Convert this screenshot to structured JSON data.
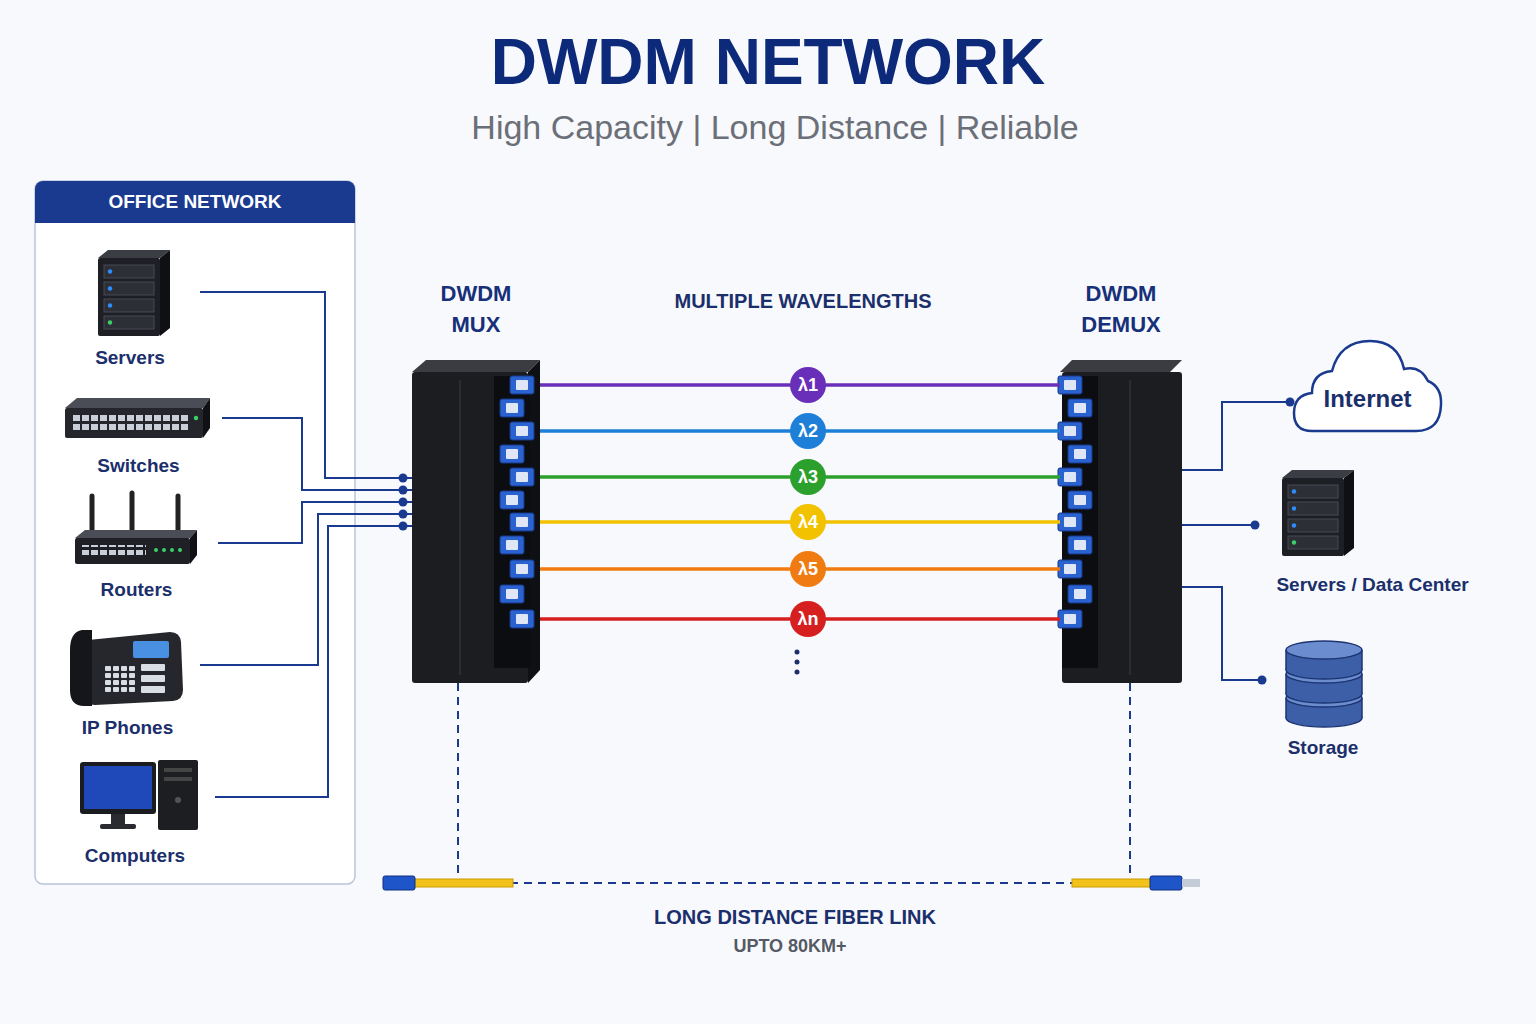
{
  "diagram": {
    "title": "DWDM NETWORK",
    "nodes": [
      {
        "text": [
          "OFFICE NETWORK"
        ]
      },
      {
        "text": [
          "Servers"
        ],
        "in": 0
      },
      {
        "text": [
          "Switches"
        ],
        "in": 0
      },
      {
        "text": [
          "Routers"
        ],
        "in": 0
      },
      {
        "text": [
          "IP Phones"
        ],
        "in": 0
      },
      {
        "text": [
          "Computers"
        ],
        "in": 0
      },
      {
        "text": [
          "DWDM MUX"
        ]
      },
      {
        "text": [
          "DWDM DEMUX"
        ]
      },
      {
        "text": [
          "Internet"
        ]
      },
      {
        "text": [
          "Servers / Data Center"
        ]
      },
      {
        "text": [
          "Storage"
        ]
      }
    ],
    "edges": [
      {
        "from": 1,
        "to": 6,
        "arrow": "none"
      },
      {
        "from": 2,
        "to": 6,
        "arrow": "none"
      },
      {
        "from": 3,
        "to": 6,
        "arrow": "none"
      },
      {
        "from": 4,
        "to": 6,
        "arrow": "none"
      },
      {
        "from": 5,
        "to": 6,
        "arrow": "none"
      },
      {
        "from": 6,
        "to": 7,
        "label": "λ1",
        "arrow": "none"
      },
      {
        "from": 6,
        "to": 7,
        "label": "λ2",
        "arrow": "none"
      },
      {
        "from": 6,
        "to": 7,
        "label": "λ3",
        "arrow": "none"
      },
      {
        "from": 6,
        "to": 7,
        "label": "λ4",
        "arrow": "none"
      },
      {
        "from": 6,
        "to": 7,
        "label": "λ5",
        "arrow": "none"
      },
      {
        "from": 6,
        "to": 7,
        "label": "λn",
        "arrow": "none"
      },
      {
        "from": 7,
        "to": 8,
        "arrow": "none"
      },
      {
        "from": 7,
        "to": 9,
        "arrow": "none"
      },
      {
        "from": 7,
        "to": 10,
        "arrow": "none"
      },
      {
        "from": 6,
        "to": 7,
        "arrow": "none"
      }
    ],
    "labels": [
      "High Capacity | Long Distance | Reliable",
      "MULTIPLE WAVELENGTHS",
      "LONG DISTANCE FIBER LINK",
      "UPTO 80KM+"
    ]
  }
}
